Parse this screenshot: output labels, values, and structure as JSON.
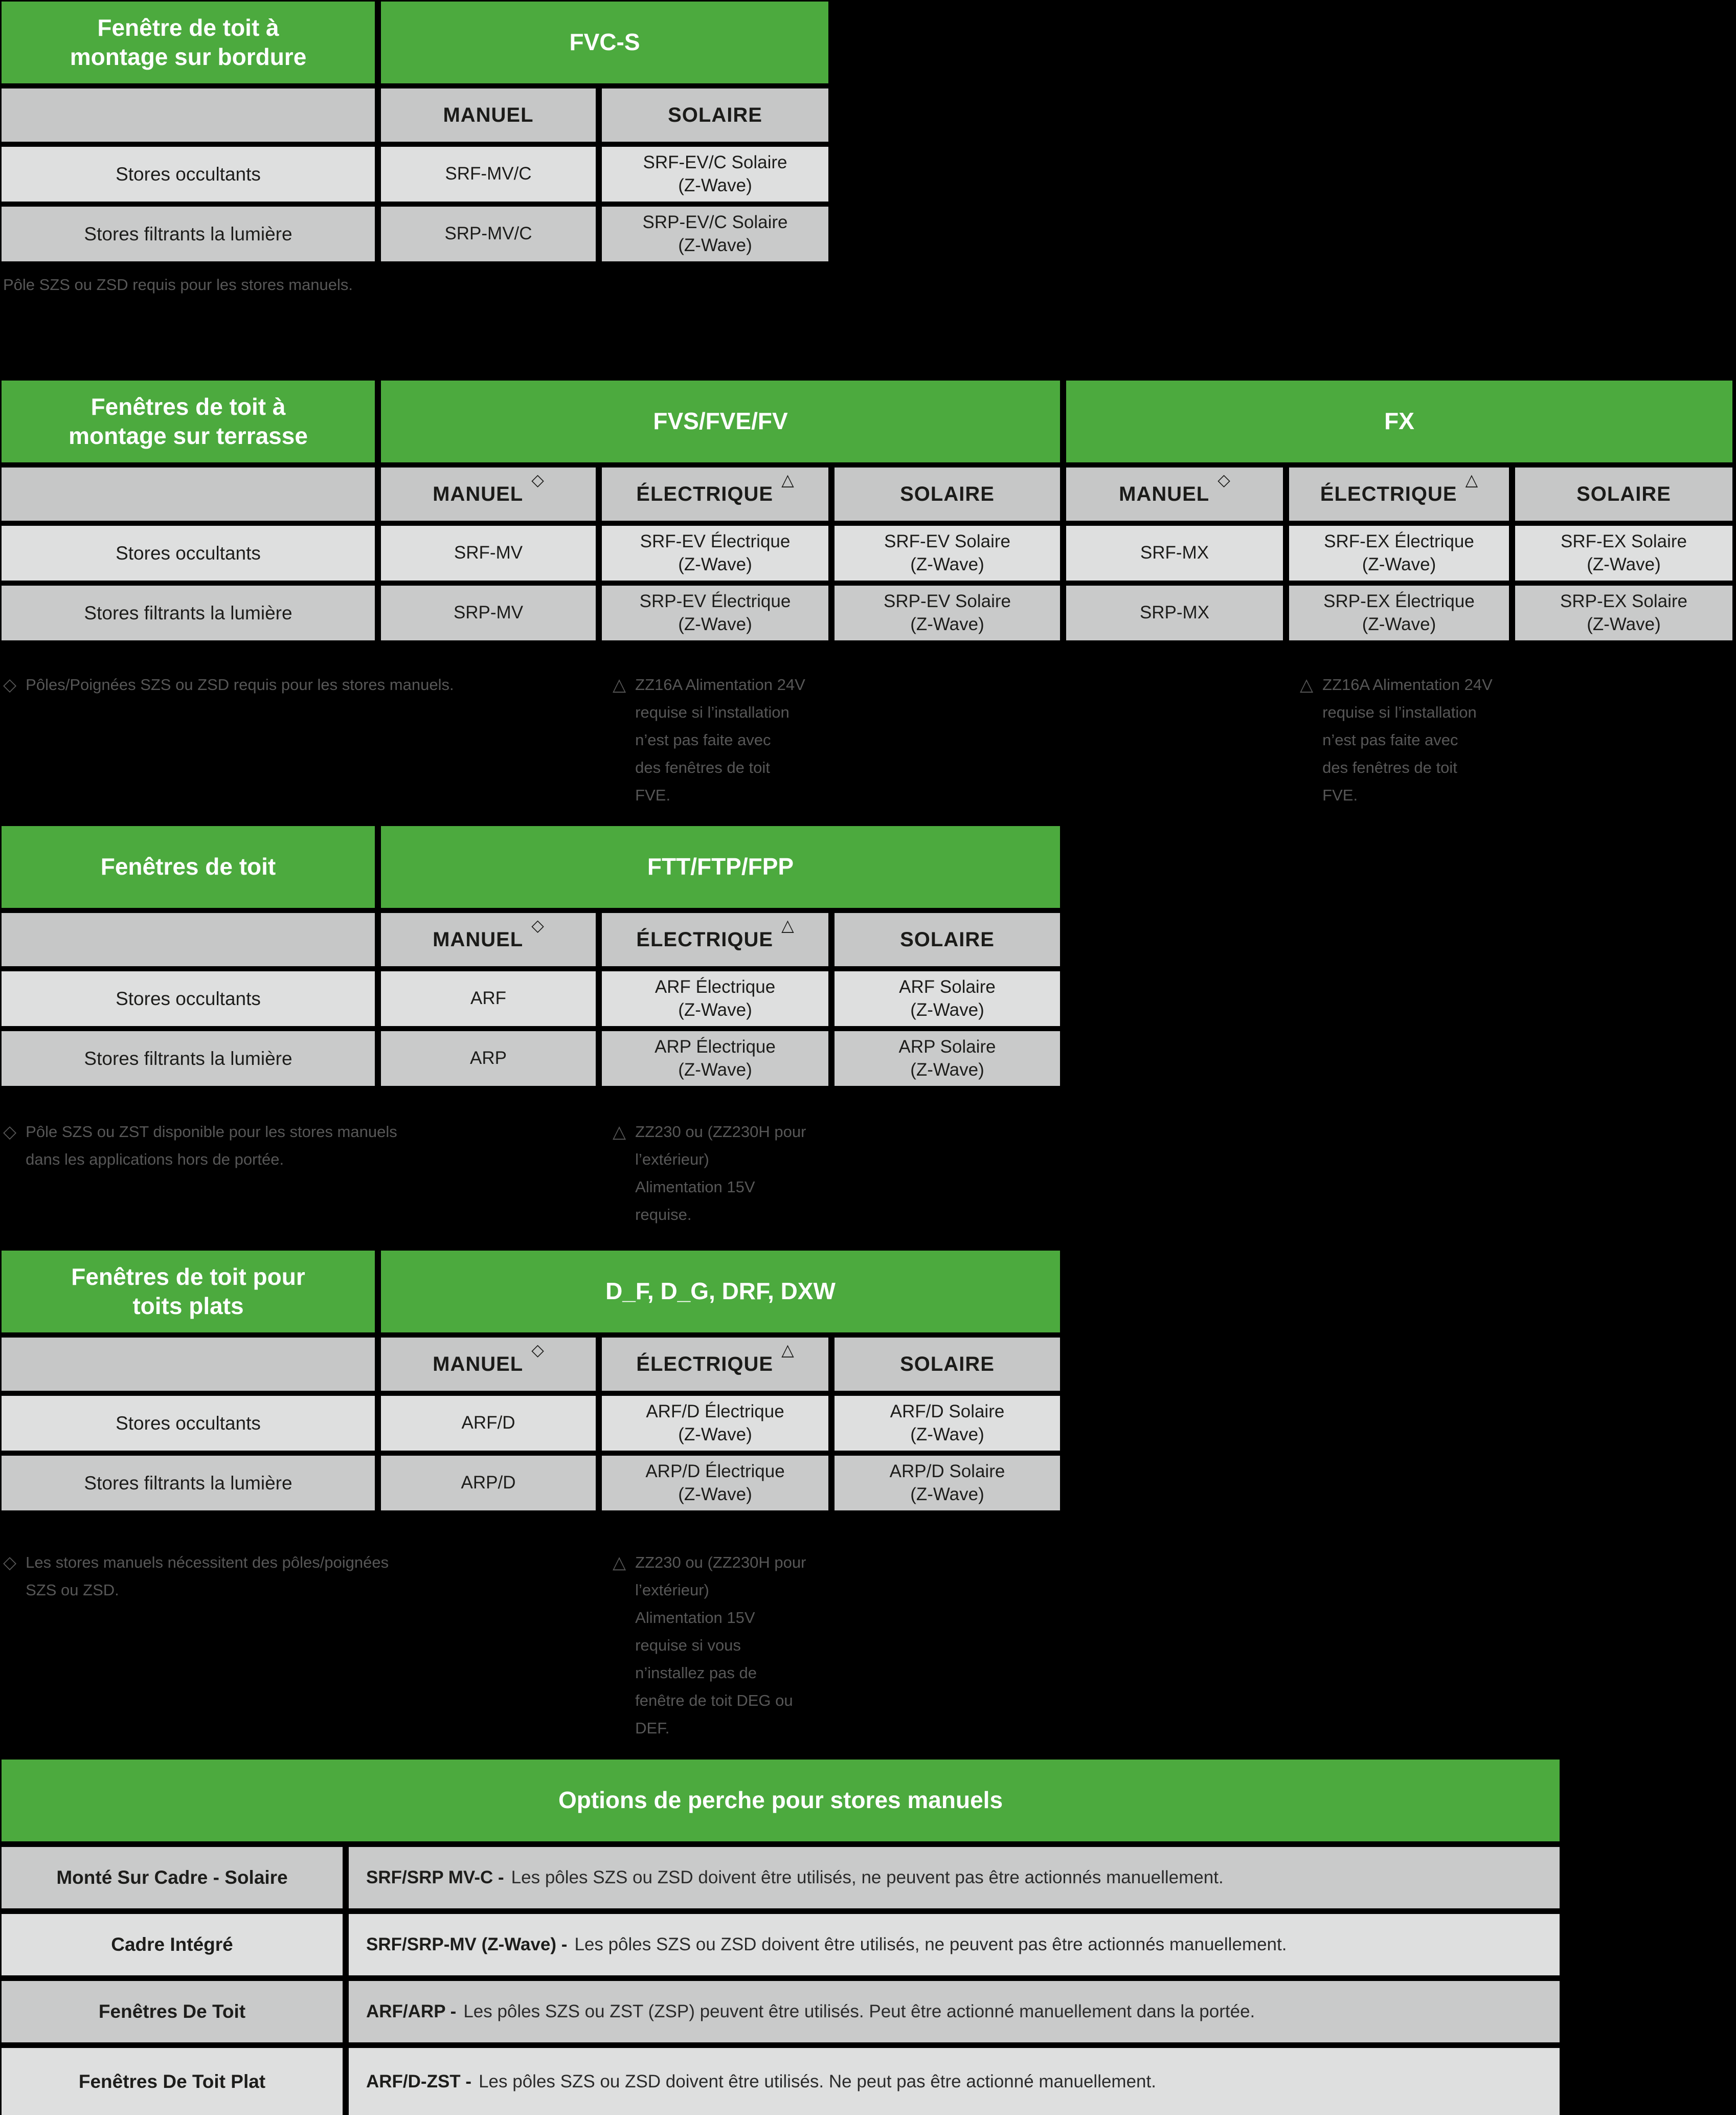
{
  "colors": {
    "green": "#4CAA3E",
    "subheader_gray": "#C6C7C7",
    "row_light_gray": "#DEDFDF",
    "row_dark_gray": "#C9CACA",
    "footnote_gray": "#575757",
    "background": "#000000"
  },
  "symbols": {
    "diamond": "◇",
    "triangle": "△"
  },
  "table_curb": {
    "title": "Fenêtre de toit à\nmontage sur bordure",
    "group": "FVC-S",
    "col_manual": "MANUEL",
    "col_solar": "SOLAIRE",
    "row_blackout": {
      "label": "Stores occultants",
      "manual": "SRF-MV/C",
      "solar": "SRF-EV/C Solaire\n(Z-Wave)"
    },
    "row_lightfilter": {
      "label": "Stores filtrants la lumière",
      "manual": "SRP-MV/C",
      "solar": "SRP-EV/C Solaire\n(Z-Wave)"
    },
    "footnote": "Pôle SZS ou ZSD requis pour les stores manuels."
  },
  "table_deck": {
    "title": "Fenêtres de toit à\nmontage sur terrasse",
    "group_1": "FVS/FVE/FV",
    "group_2": "FX",
    "col_manual": "MANUEL",
    "col_electric": "ÉLECTRIQUE",
    "col_solar": "SOLAIRE",
    "row_blackout": {
      "label": "Stores occultants",
      "g1_manual": "SRF-MV",
      "g1_electric": "SRF-EV Électrique\n(Z-Wave)",
      "g1_solar": "SRF-EV Solaire\n(Z-Wave)",
      "g2_manual": "SRF-MX",
      "g2_electric": "SRF-EX Électrique\n(Z-Wave)",
      "g2_solar": "SRF-EX Solaire\n(Z-Wave)"
    },
    "row_lightfilter": {
      "label": "Stores filtrants la lumière",
      "g1_manual": "SRP-MV",
      "g1_electric": "SRP-EV Électrique\n(Z-Wave)",
      "g1_solar": "SRP-EV Solaire\n(Z-Wave)",
      "g2_manual": "SRP-MX",
      "g2_electric": "SRP-EX Électrique\n(Z-Wave)",
      "g2_solar": "SRP-EX Solaire\n(Z-Wave)"
    },
    "footnote_diamond": "Pôles/Poignées SZS ou ZSD requis pour les stores manuels.",
    "footnote_triangle": "ZZ16A Alimentation 24V\nrequise si l’installation\nn’est pas faite avec\ndes fenêtres de toit\nFVE."
  },
  "table_skylight": {
    "title": "Fenêtres de toit",
    "group": "FTT/FTP/FPP",
    "col_manual": "MANUEL",
    "col_electric": "ÉLECTRIQUE",
    "col_solar": "SOLAIRE",
    "row_blackout": {
      "label": "Stores occultants",
      "manual": "ARF",
      "electric": "ARF Électrique\n(Z-Wave)",
      "solar": "ARF Solaire\n(Z-Wave)"
    },
    "row_lightfilter": {
      "label": "Stores filtrants la lumière",
      "manual": "ARP",
      "electric": "ARP Électrique\n(Z-Wave)",
      "solar": "ARP Solaire\n(Z-Wave)"
    },
    "footnote_diamond": "Pôle SZS ou ZST disponible pour les stores manuels\ndans les applications hors de portée.",
    "footnote_triangle": "ZZ230 ou (ZZ230H pour\nl’extérieur)\nAlimentation 15V\nrequise."
  },
  "table_flat": {
    "title": "Fenêtres de toit pour\ntoits plats",
    "group": "D_F, D_G, DRF, DXW",
    "col_manual": "MANUEL",
    "col_electric": "ÉLECTRIQUE",
    "col_solar": "SOLAIRE",
    "row_blackout": {
      "label": "Stores occultants",
      "manual": "ARF/D",
      "electric": "ARF/D Électrique\n(Z-Wave)",
      "solar": "ARF/D Solaire\n(Z-Wave)"
    },
    "row_lightfilter": {
      "label": "Stores filtrants la lumière",
      "manual": "ARP/D",
      "electric": "ARP/D Électrique\n(Z-Wave)",
      "solar": "ARP/D Solaire\n(Z-Wave)"
    },
    "footnote_diamond": "Les stores manuels nécessitent des pôles/poignées\nSZS ou ZSD.",
    "footnote_triangle": "ZZ230 ou (ZZ230H pour\nl’extérieur)\nAlimentation 15V\nrequise si vous\nn’installez pas de\nfenêtre de toit DEG ou\nDEF."
  },
  "table_pole_options": {
    "title": "Options de perche pour stores manuels",
    "rows": [
      {
        "label": "Monté Sur Cadre - Solaire",
        "code": "SRF/SRP MV-C -",
        "text": "Les pôles SZS ou ZSD doivent être utilisés, ne peuvent pas être actionnés manuellement."
      },
      {
        "label": "Cadre Intégré",
        "code": "SRF/SRP-MV (Z-Wave) -",
        "text": "Les pôles SZS ou ZSD doivent être utilisés, ne peuvent pas être actionnés manuellement."
      },
      {
        "label": "Fenêtres De Toit",
        "code": "ARF/ARP -",
        "text": "Les pôles SZS ou ZST (ZSP) peuvent être utilisés. Peut être actionné manuellement dans la portée."
      },
      {
        "label": "Fenêtres De Toit Plat",
        "code": "ARF/D-ZST -",
        "text": "Les pôles SZS ou ZSD doivent être utilisés. Ne peut pas être actionné manuellement."
      }
    ]
  }
}
